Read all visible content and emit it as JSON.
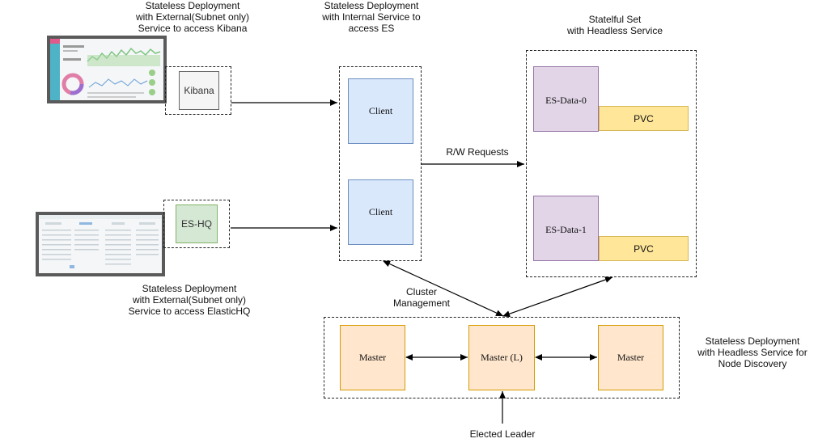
{
  "captions": {
    "kibana": [
      "Stateless Deployment",
      "with External(Subnet only)",
      "Service to access Kibana"
    ],
    "client": [
      "Stateless Deployment",
      "with Internal Service to",
      "access ES"
    ],
    "statefulset": [
      "Statelful Set",
      "with Headless Service"
    ],
    "eshq": [
      "Stateless Deployment",
      "with External(Subnet only)",
      "Service to access ElasticHQ"
    ],
    "cluster_mgmt": [
      "Cluster",
      "Management"
    ],
    "master": [
      "Stateless Deployment",
      "with Headless Service for",
      "Node Discovery"
    ],
    "elected_leader": "Elected Leader",
    "rw_requests": "R/W Requests"
  },
  "nodes": {
    "kibana": "Kibana",
    "eshq": "ES-HQ",
    "client_1": "Client",
    "client_2": "Client",
    "es_data_0": "ES-Data-0",
    "es_data_1": "ES-Data-1",
    "pvc_0": "PVC",
    "pvc_1": "PVC",
    "master_1": "Master",
    "master_leader": "Master (L)",
    "master_2": "Master"
  },
  "thumbnails": {
    "kibana_screenshot": "kibana-dashboard-thumbnail",
    "eshq_screenshot": "elastichq-dashboard-thumbnail"
  },
  "colors": {
    "client_fill": "#dae8fc",
    "client_stroke": "#6c8ebf",
    "esdata_fill": "#e1d5e7",
    "esdata_stroke": "#9673a6",
    "pvc_fill": "#ffe699",
    "pvc_stroke": "#d6b656",
    "master_fill": "#ffe6cc",
    "master_stroke": "#d79b00",
    "kibana_fill": "#f5f5f5",
    "eshq_fill": "#d5e8d4"
  }
}
